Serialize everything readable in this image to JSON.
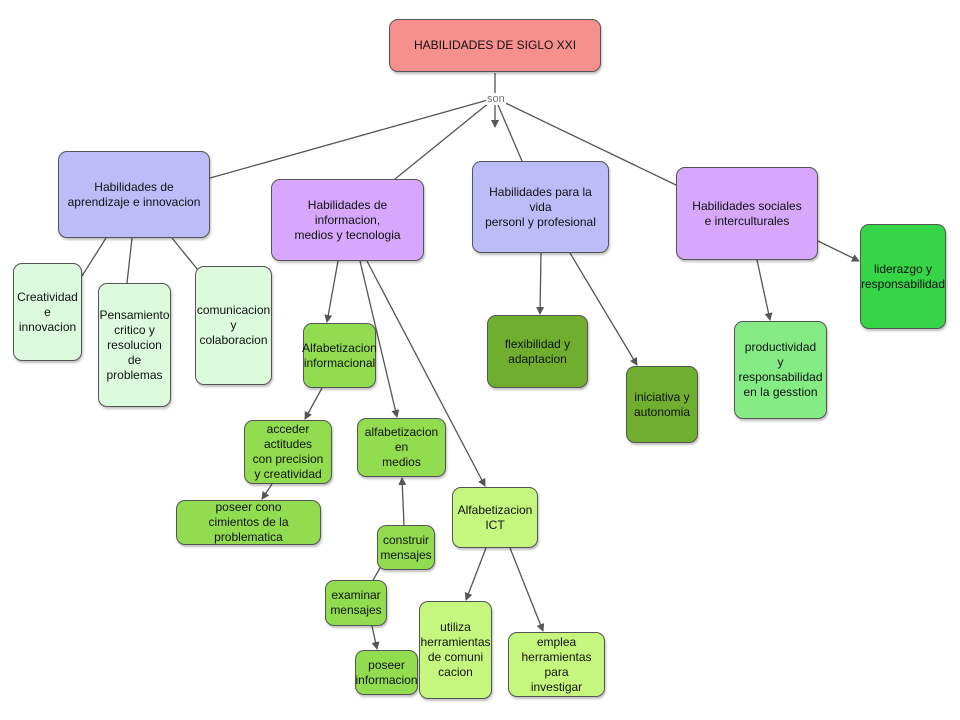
{
  "diagram": {
    "link_label": "son",
    "colors": {
      "root": "#f6908e",
      "lavender": "#bcbcf9",
      "violet": "#d7a7fb",
      "pale_green": "#dcfbdc",
      "mid_green": "#92dc50",
      "light_green": "#c5f77e",
      "dark_green": "#6fae2e",
      "bright_green": "#36d548",
      "soft_green": "#85ec85"
    },
    "nodes": [
      {
        "id": "root",
        "text": "HABILIDADES DE SIGLO XXI",
        "color": "root"
      },
      {
        "id": "n1",
        "text": "Habilidades de\naprendizaje e innovacion",
        "color": "lavender"
      },
      {
        "id": "n2",
        "text": "Habilidades de informacion,\nmedios y tecnologia",
        "color": "violet"
      },
      {
        "id": "n3",
        "text": "Habilidades para la vida\npersonl y profesional",
        "color": "lavender"
      },
      {
        "id": "n4",
        "text": "Habilidades sociales\ne interculturales",
        "color": "violet"
      },
      {
        "id": "n1a",
        "text": "Creatividad\ne\ninnovacion",
        "color": "pale_green"
      },
      {
        "id": "n1b",
        "text": "Pensamiento\ncritico y\nresolucion\nde\nproblemas",
        "color": "pale_green"
      },
      {
        "id": "n1c",
        "text": "comunicacion\ny\ncolaboracion",
        "color": "pale_green"
      },
      {
        "id": "n2a",
        "text": "Alfabetizacion\ninformacional",
        "color": "mid_green"
      },
      {
        "id": "n2a1",
        "text": "acceder actitudes\ncon precision\ny creatividad",
        "color": "mid_green"
      },
      {
        "id": "n2a2",
        "text": "poseer cono\ncimientos de la problematica",
        "color": "mid_green"
      },
      {
        "id": "n2b",
        "text": "alfabetizacion en\nmedios",
        "color": "mid_green"
      },
      {
        "id": "n2b1",
        "text": "construir\nmensajes",
        "color": "mid_green"
      },
      {
        "id": "n2b2",
        "text": "examinar\nmensajes",
        "color": "mid_green"
      },
      {
        "id": "n2b3",
        "text": "poseer\ninformacion",
        "color": "mid_green"
      },
      {
        "id": "n2c",
        "text": "Alfabetizacion\nICT",
        "color": "light_green"
      },
      {
        "id": "n2c1",
        "text": "utiliza\nherramientas\nde comuni\ncacion",
        "color": "light_green"
      },
      {
        "id": "n2c2",
        "text": "emplea\nherramientas para\ninvestigar",
        "color": "light_green"
      },
      {
        "id": "n3a",
        "text": "flexibilidad y\nadaptacion",
        "color": "dark_green"
      },
      {
        "id": "n3b",
        "text": "iniciativa y\nautonomia",
        "color": "dark_green"
      },
      {
        "id": "n4a",
        "text": "liderazgo y\nresponsabilidad",
        "color": "bright_green"
      },
      {
        "id": "n4b",
        "text": "productividad\ny responsabilidad\nen la gesstion",
        "color": "soft_green"
      }
    ],
    "edges": [
      {
        "from": "root",
        "to": "n1",
        "arrow": false
      },
      {
        "from": "root",
        "to": "n2",
        "arrow": false
      },
      {
        "from": "root",
        "to": "n3",
        "arrow": false
      },
      {
        "from": "root",
        "to": "n4",
        "arrow": false
      },
      {
        "from": "n1",
        "to": "n1a",
        "arrow": false
      },
      {
        "from": "n1",
        "to": "n1b",
        "arrow": false
      },
      {
        "from": "n1",
        "to": "n1c",
        "arrow": false
      },
      {
        "from": "n2",
        "to": "n2a",
        "arrow": true
      },
      {
        "from": "n2",
        "to": "n2b",
        "arrow": true
      },
      {
        "from": "n2",
        "to": "n2c",
        "arrow": true
      },
      {
        "from": "n2a",
        "to": "n2a1",
        "arrow": true
      },
      {
        "from": "n2a1",
        "to": "n2a2",
        "arrow": true
      },
      {
        "from": "n2b1",
        "to": "n2b",
        "arrow": true
      },
      {
        "from": "n2b1",
        "to": "n2b2",
        "arrow": false
      },
      {
        "from": "n2b2",
        "to": "n2b3",
        "arrow": true
      },
      {
        "from": "n2c",
        "to": "n2c1",
        "arrow": true
      },
      {
        "from": "n2c",
        "to": "n2c2",
        "arrow": true
      },
      {
        "from": "n3",
        "to": "n3a",
        "arrow": true
      },
      {
        "from": "n3",
        "to": "n3b",
        "arrow": true
      },
      {
        "from": "n4",
        "to": "n4a",
        "arrow": true
      },
      {
        "from": "n4",
        "to": "n4b",
        "arrow": true
      }
    ]
  }
}
